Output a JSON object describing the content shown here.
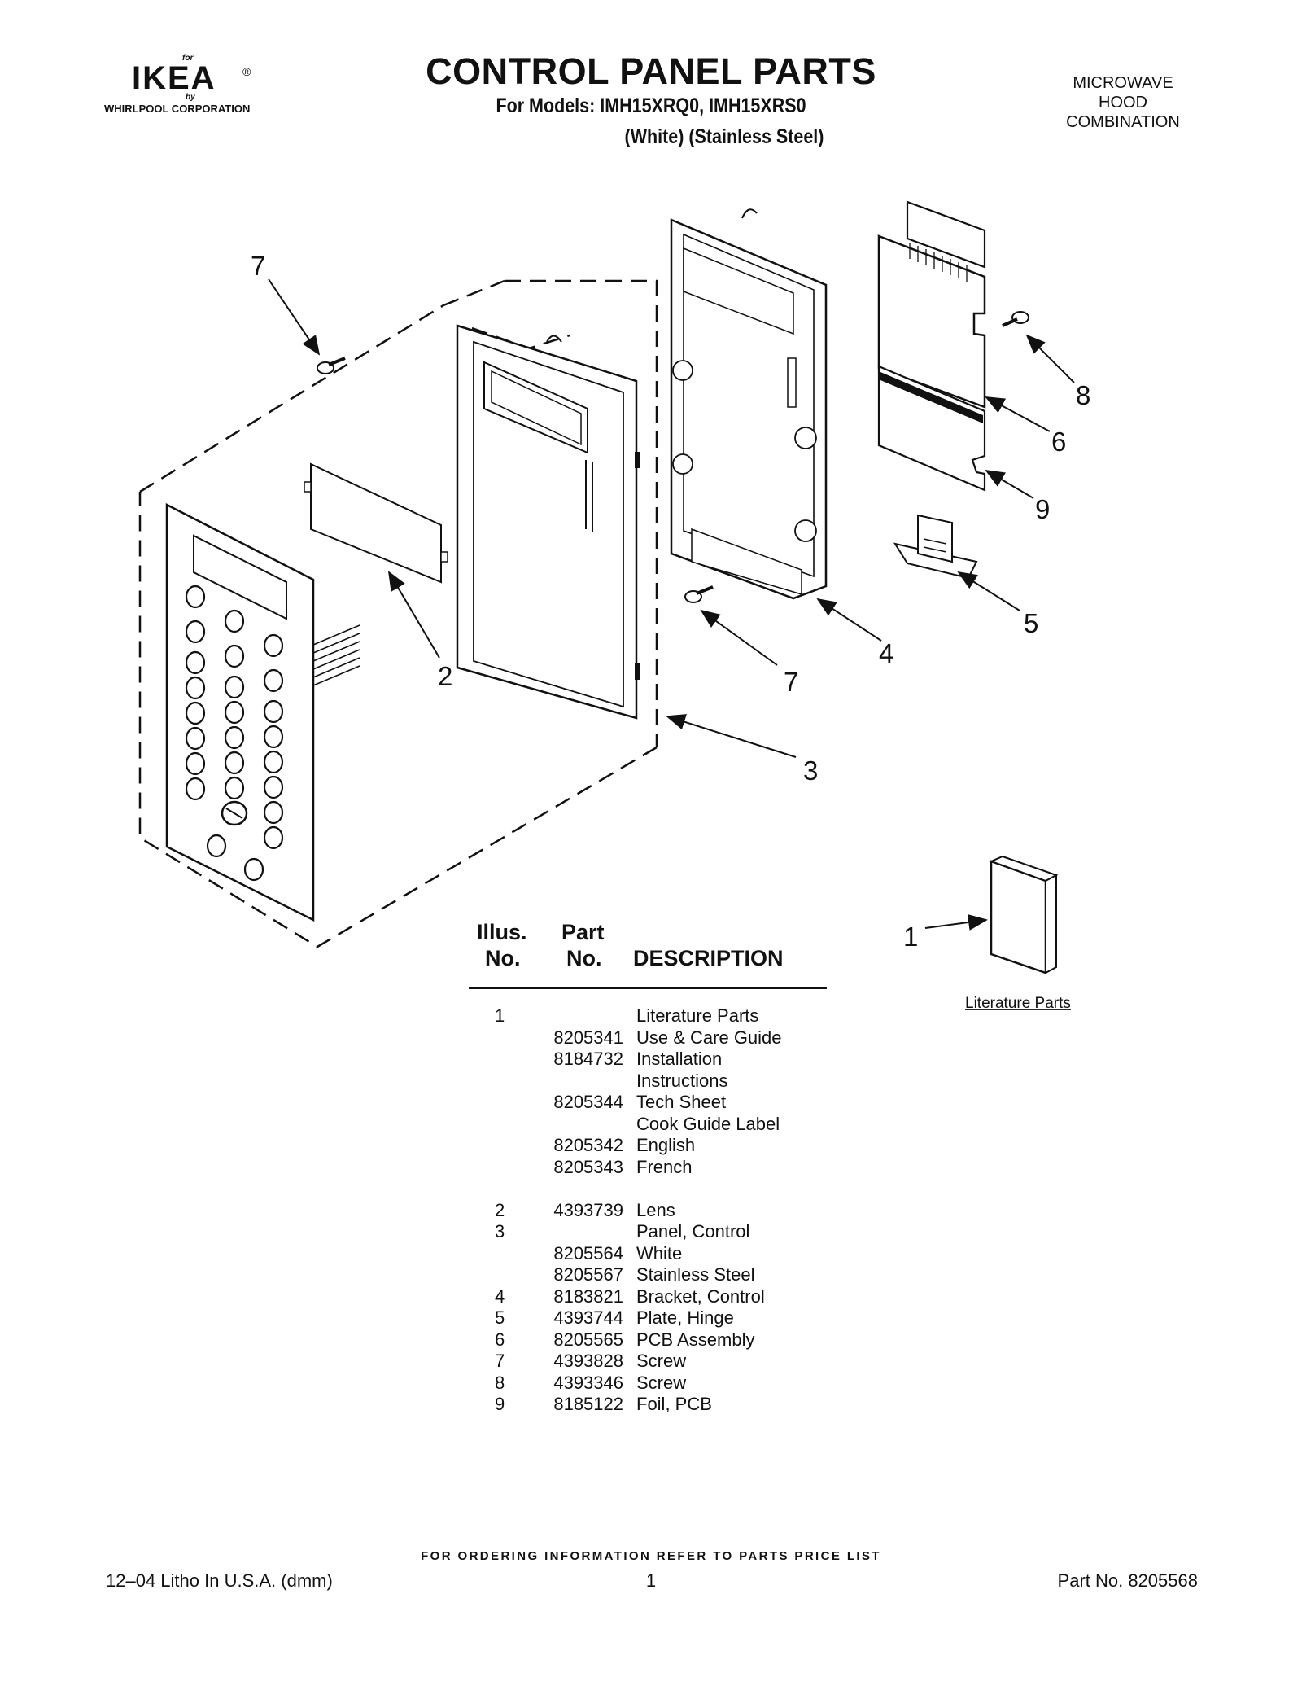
{
  "header": {
    "logo_for": "for",
    "logo_brand": "IKEA",
    "logo_reg": "®",
    "logo_by": "by",
    "logo_corp": "WHIRLPOOL  CORPORATION",
    "title": "CONTROL PANEL PARTS",
    "models": "For Models: IMH15XRQ0, IMH15XRS0",
    "variants": "(White)  (Stainless Steel)",
    "product_line1": "MICROWAVE",
    "product_line2": "HOOD",
    "product_line3": "COMBINATION"
  },
  "diagram": {
    "callouts": {
      "c1": "1",
      "c2": "2",
      "c3": "3",
      "c4": "4",
      "c5": "5",
      "c6": "6",
      "c7a": "7",
      "c7b": "7",
      "c8": "8",
      "c9": "9"
    },
    "literature_label": "Literature Parts"
  },
  "table": {
    "head_illus_1": "Illus.",
    "head_illus_2": "No.",
    "head_part_1": "Part",
    "head_part_2": "No.",
    "head_desc": "DESCRIPTION",
    "rows": [
      {
        "illus": "1",
        "part": "",
        "desc": "Literature Parts"
      },
      {
        "illus": "",
        "part": "8205341",
        "desc": "Use & Care Guide"
      },
      {
        "illus": "",
        "part": "8184732",
        "desc": "Installation"
      },
      {
        "illus": "",
        "part": "",
        "desc": "Instructions"
      },
      {
        "illus": "",
        "part": "8205344",
        "desc": "Tech Sheet"
      },
      {
        "illus": "",
        "part": "",
        "desc": "Cook Guide Label"
      },
      {
        "illus": "",
        "part": "8205342",
        "desc": "English"
      },
      {
        "illus": "",
        "part": "8205343",
        "desc": "French"
      },
      {
        "illus": "2",
        "part": "4393739",
        "desc": "Lens"
      },
      {
        "illus": "3",
        "part": "",
        "desc": "Panel, Control"
      },
      {
        "illus": "",
        "part": "8205564",
        "desc": "White"
      },
      {
        "illus": "",
        "part": "8205567",
        "desc": "Stainless Steel"
      },
      {
        "illus": "4",
        "part": "8183821",
        "desc": "Bracket, Control"
      },
      {
        "illus": "5",
        "part": "4393744",
        "desc": "Plate, Hinge"
      },
      {
        "illus": "6",
        "part": "8205565",
        "desc": "PCB Assembly"
      },
      {
        "illus": "7",
        "part": "4393828",
        "desc": "Screw"
      },
      {
        "illus": "8",
        "part": "4393346",
        "desc": "Screw"
      },
      {
        "illus": "9",
        "part": "8185122",
        "desc": "Foil, PCB"
      }
    ]
  },
  "footer": {
    "ordering": "FOR ORDERING INFORMATION REFER TO PARTS PRICE LIST",
    "litho": "12–04 Litho In U.S.A. (dmm)",
    "page": "1",
    "part_no": "Part No. 8205568"
  }
}
